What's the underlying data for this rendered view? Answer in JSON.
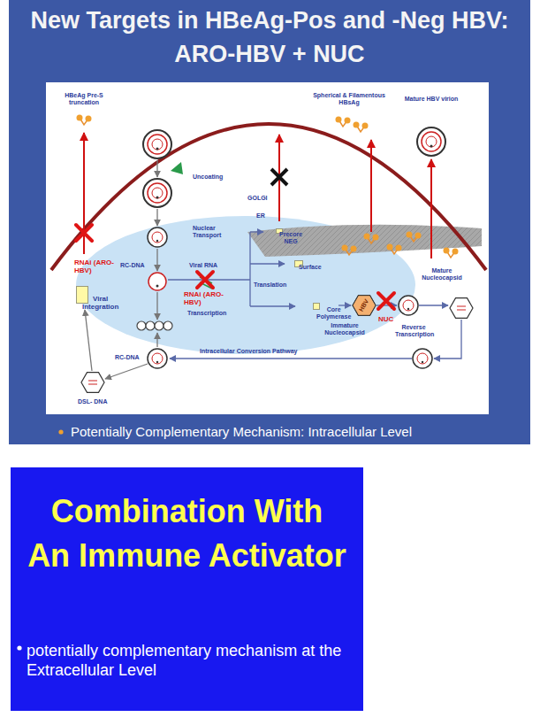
{
  "diagram": {
    "nodes": [
      {
        "text": [
          "New Targets in HBeAg-Pos and -Neg HBV: ARO-HBV + NUC",
          "Potentially Complementary Mechanism: Intracellular Level"
        ]
      },
      {
        "text": [
          "Viral Integration"
        ],
        "in": 0
      },
      {
        "text": [
          "Precore NEG"
        ],
        "in": 0
      },
      {
        "text": [
          "Surface"
        ],
        "in": 0
      },
      {
        "text": [
          "Core Polymerase"
        ],
        "in": 0
      },
      {
        "text": [
          "Combination With An Immune Activator",
          "potentially complementary mechanism at the Extracellular Level"
        ]
      }
    ],
    "labels": [
      "HBeAg Pre-S truncation",
      "Spherical & Filamentous HBsAg",
      "Mature HBV virion",
      "Uncoating",
      "GOLGI",
      "ER",
      "Nuclear Transport",
      "RNAi (ARO-HBV)",
      "RC-DNA",
      "Viral RNA",
      "RNAi (ARO-HBV)",
      "Transcription",
      "Translation",
      "Mature Nucleocapsid",
      "Immature Nucleocapsid",
      "HBV",
      "NUC",
      "Reverse Transcription",
      "RC-DNA",
      "Intracellular Conversion Pathway",
      "DSL- DNA"
    ]
  }
}
